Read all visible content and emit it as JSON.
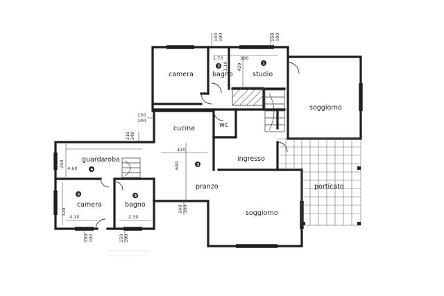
{
  "rooms": {
    "camera_top": "camera",
    "bagno_top": "bagno",
    "studio": "studio",
    "soggiorno_right": "soggiorno",
    "cucina": "cucina",
    "wc": "wc",
    "ingresso": "ingresso",
    "guardaroba": "guardaroba",
    "pranzo": "pranzo",
    "porticato": "porticato",
    "camera_bottom": "camera",
    "bagno_bottom": "bagno",
    "soggiorno_bottom": "soggiorno"
  },
  "badges": {
    "studio": "1",
    "bagno_top": "2",
    "pranzo": "3",
    "guardaroba": "4",
    "camera_bottom": "5",
    "bagno_bottom": "6"
  },
  "dimensions": {
    "top_150": "150",
    "top_100": "100",
    "top_150b": "150",
    "top_100b": "100",
    "bagno_170": "1.70",
    "bagno_310": "3.10",
    "studio_380": "380",
    "studio_420": "420",
    "cucina_150": "150",
    "cucina_100": "100",
    "pranzo_420": "420",
    "pranzo_640": "640",
    "guard_210": "210",
    "guard_240": "240",
    "guard_250": "250",
    "guard_460": "4.60",
    "camera_320": "320",
    "camera_410": "4.10",
    "bagno_230": "2.30",
    "bottom_150a": "150",
    "bottom_100a": "100",
    "bottom_150b": "150",
    "bottom_100b": "100",
    "sogg_240": "240",
    "sogg_100": "100"
  },
  "colors": {
    "ink": "#1e1e1e",
    "paper": "#ffffff"
  }
}
